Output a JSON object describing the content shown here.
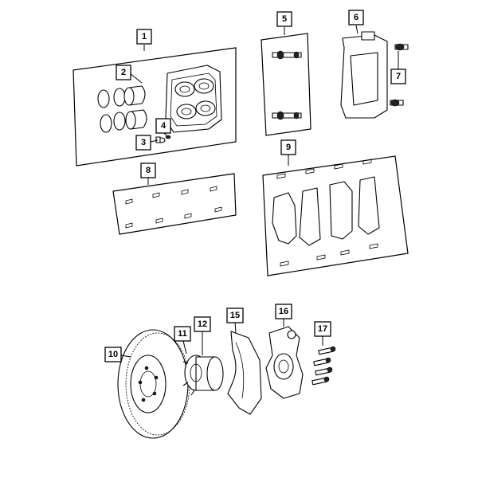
{
  "callouts": [
    {
      "id": "1",
      "label": "1"
    },
    {
      "id": "2",
      "label": "2"
    },
    {
      "id": "3",
      "label": "3"
    },
    {
      "id": "4",
      "label": "4"
    },
    {
      "id": "5",
      "label": "5"
    },
    {
      "id": "6",
      "label": "6"
    },
    {
      "id": "7",
      "label": "7"
    },
    {
      "id": "8",
      "label": "8"
    },
    {
      "id": "9",
      "label": "9"
    },
    {
      "id": "10",
      "label": "10"
    },
    {
      "id": "11",
      "label": "11"
    },
    {
      "id": "12",
      "label": "12"
    },
    {
      "id": "15",
      "label": "15"
    },
    {
      "id": "16",
      "label": "16"
    },
    {
      "id": "17",
      "label": "17"
    }
  ]
}
